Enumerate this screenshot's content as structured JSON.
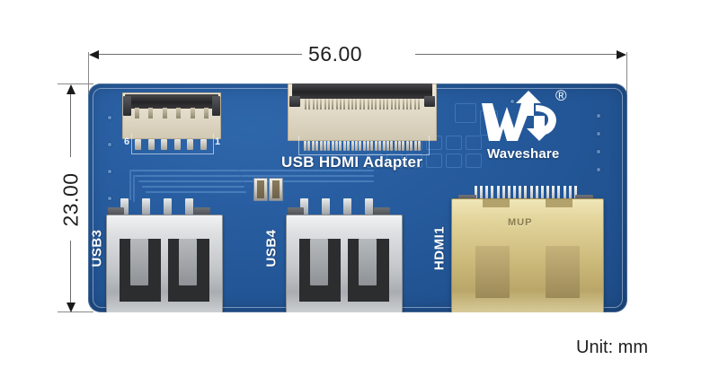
{
  "drawing": {
    "unit_note": "Unit: mm",
    "dimensions": {
      "width": "56.00",
      "height": "23.00"
    }
  },
  "board": {
    "title": "USB HDMI Adapter",
    "brand": "Waveshare",
    "trademark": "®",
    "color": "#255a9c",
    "silkscreen_color": "#ffffff",
    "pin_markers": {
      "left": "6",
      "right": "1"
    },
    "ports": [
      {
        "label": "USB3",
        "type": "usb-a-dual"
      },
      {
        "label": "USB4",
        "type": "usb-a-dual"
      },
      {
        "label": "HDMI1",
        "type": "hdmi-type-a"
      }
    ],
    "connectors": [
      {
        "name": "fpc-small",
        "pins": 6
      },
      {
        "name": "fpc-large",
        "pins": 30
      }
    ],
    "hdmi_emboss": "MUP"
  }
}
